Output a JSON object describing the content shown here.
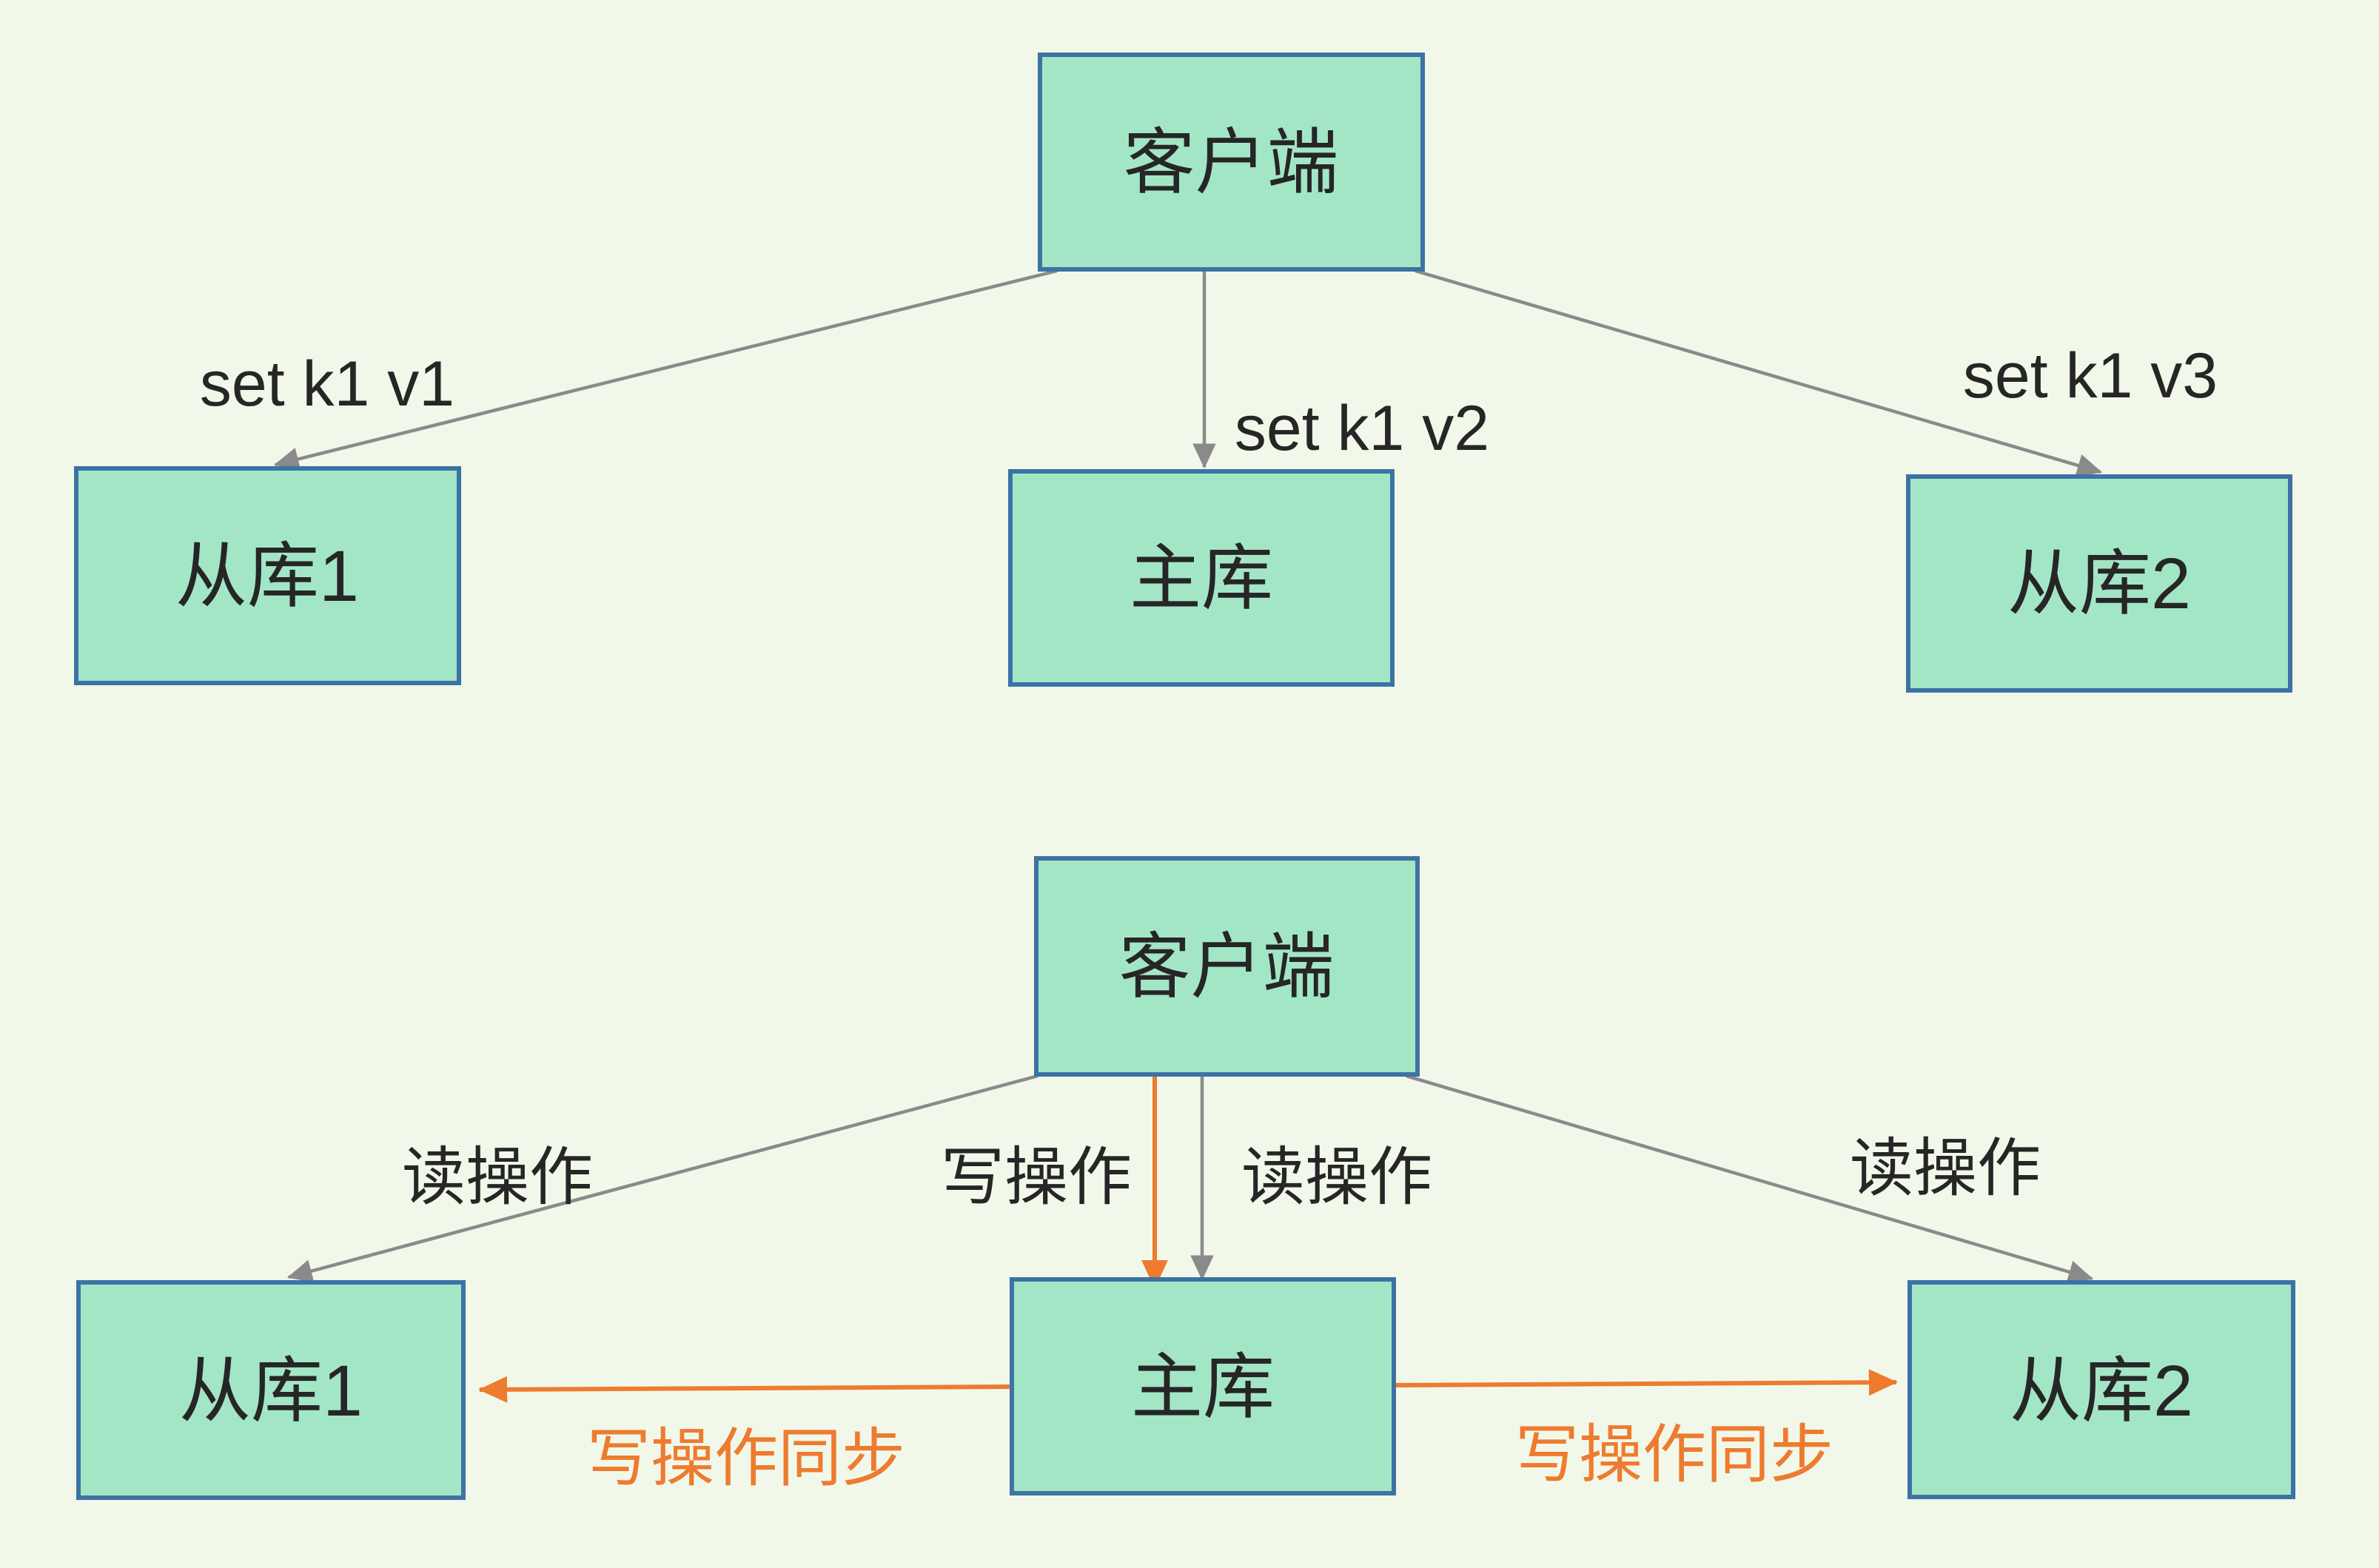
{
  "colors": {
    "background": "#f1f8e9",
    "node_fill": "#a3e6c6",
    "node_border": "#3d72a4",
    "request_arrow": "#8a8a8a",
    "sync_arrow": "#ee7b2f",
    "label_text": "#262626"
  },
  "diagram_top": {
    "nodes": {
      "client": "客户端",
      "slave1": "从库1",
      "master": "主库",
      "slave2": "从库2"
    },
    "edges": {
      "to_slave1": "set k1 v1",
      "to_master": "set k1 v2",
      "to_slave2": "set k1 v3"
    }
  },
  "diagram_bottom": {
    "nodes": {
      "client": "客户端",
      "slave1": "从库1",
      "master": "主库",
      "slave2": "从库2"
    },
    "edges": {
      "read_slave1": "读操作",
      "write_master": "写操作",
      "read_master": "读操作",
      "read_slave2": "读操作",
      "sync_to_slave1": "写操作同步",
      "sync_to_slave2": "写操作同步"
    }
  }
}
